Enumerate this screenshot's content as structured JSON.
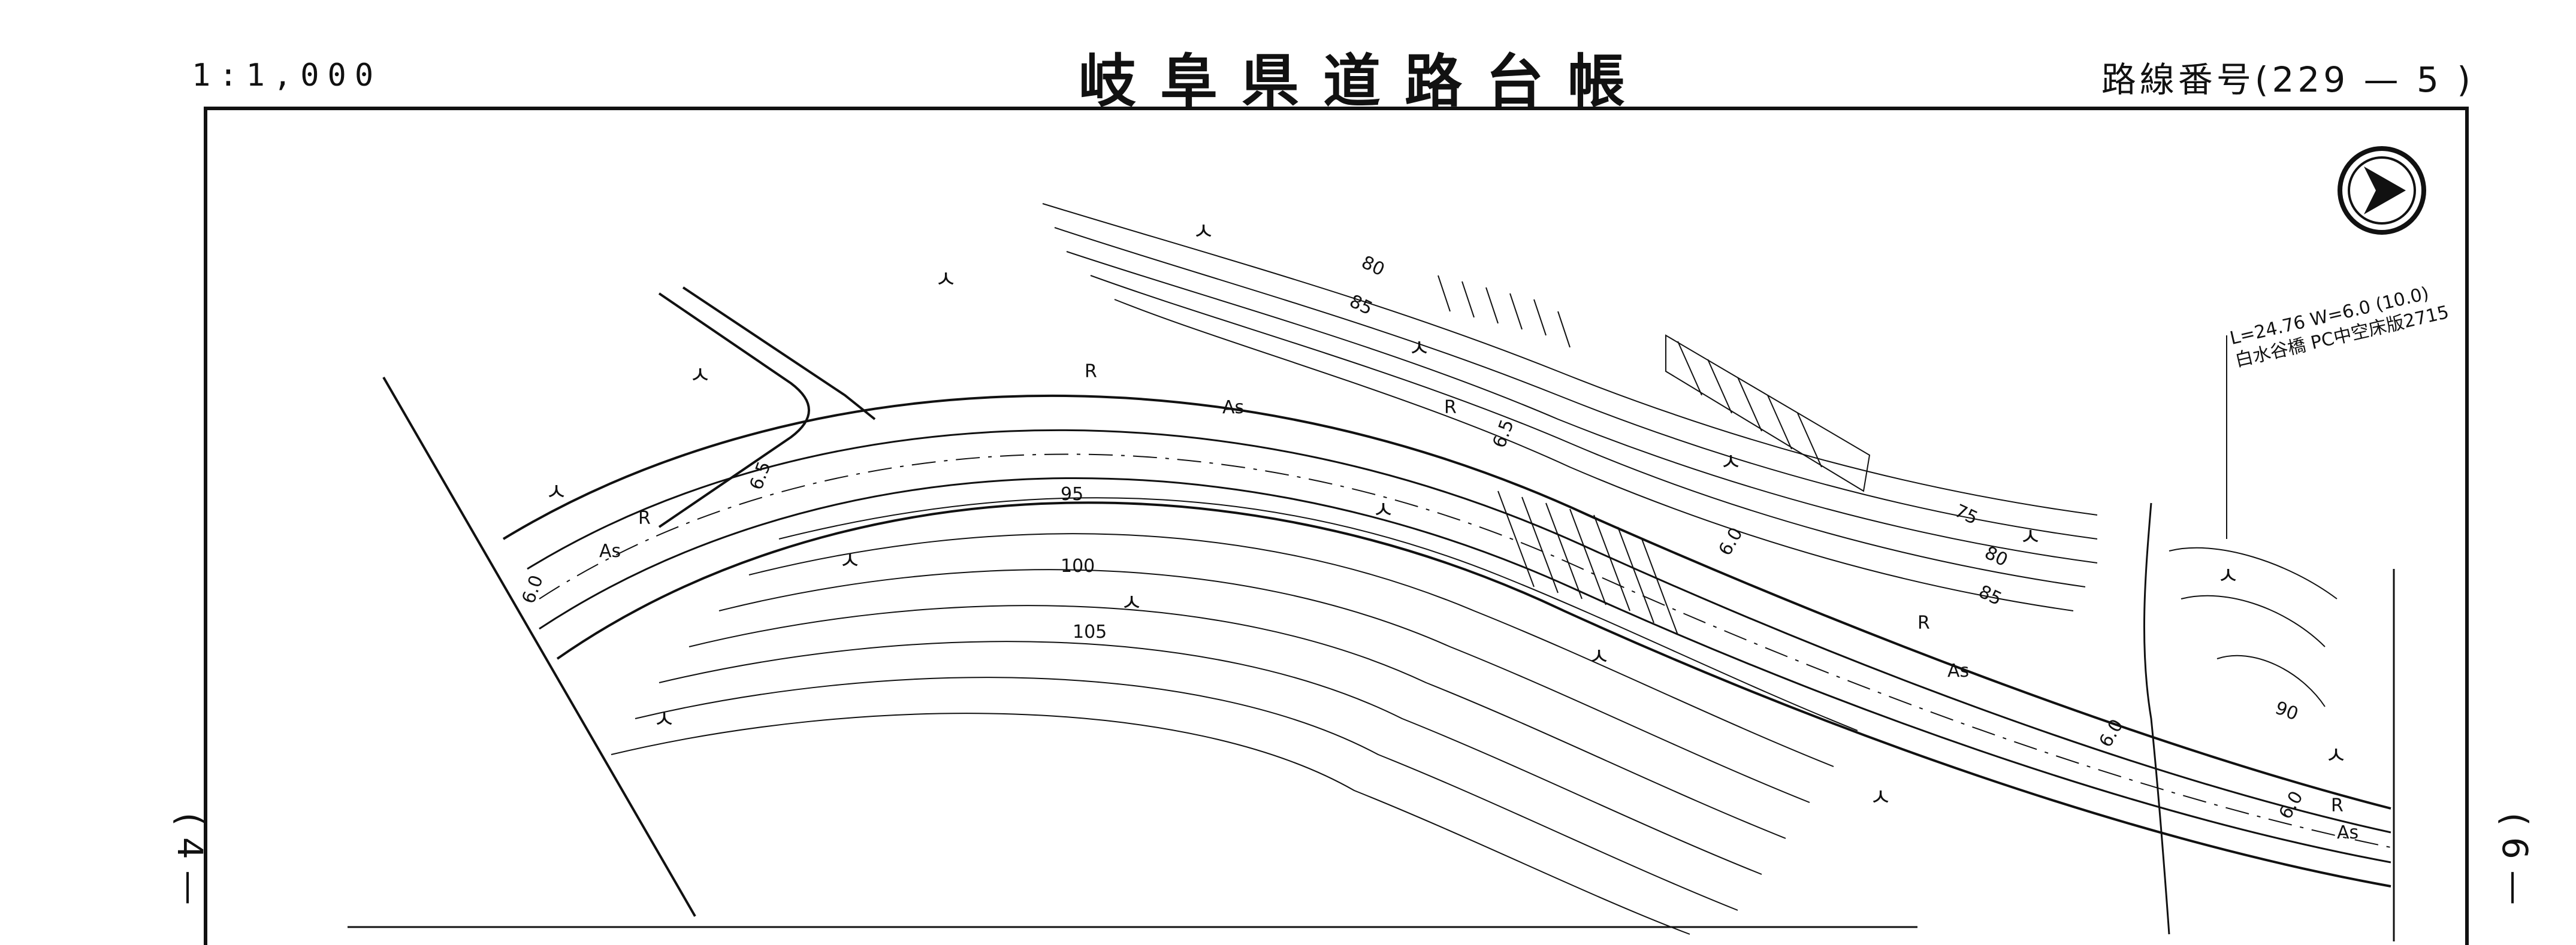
{
  "header": {
    "scale": "1:1,000",
    "title": "岐阜県道路台帳",
    "route_number": "路線番号(229 — 5 )"
  },
  "side_labels": {
    "left": "( 4 —",
    "right": "( 6 —"
  },
  "bridge": {
    "dimensions": "L=24.76 W=6.0 (10.0)",
    "name": "白水谷橋 PC中空床版2715"
  },
  "map": {
    "surface_label": "As",
    "edge_label": "R",
    "width_labels": [
      "6.0",
      "6.5",
      "6.5",
      "6.0",
      "6.0",
      "6.0"
    ],
    "contour_labels": {
      "upper": [
        "80",
        "85",
        "75",
        "80",
        "85",
        "90"
      ],
      "lower": [
        "95",
        "100",
        "105"
      ]
    },
    "north_arrow_icon": "north-arrow-icon",
    "grass_symbol": "ㅅ"
  }
}
